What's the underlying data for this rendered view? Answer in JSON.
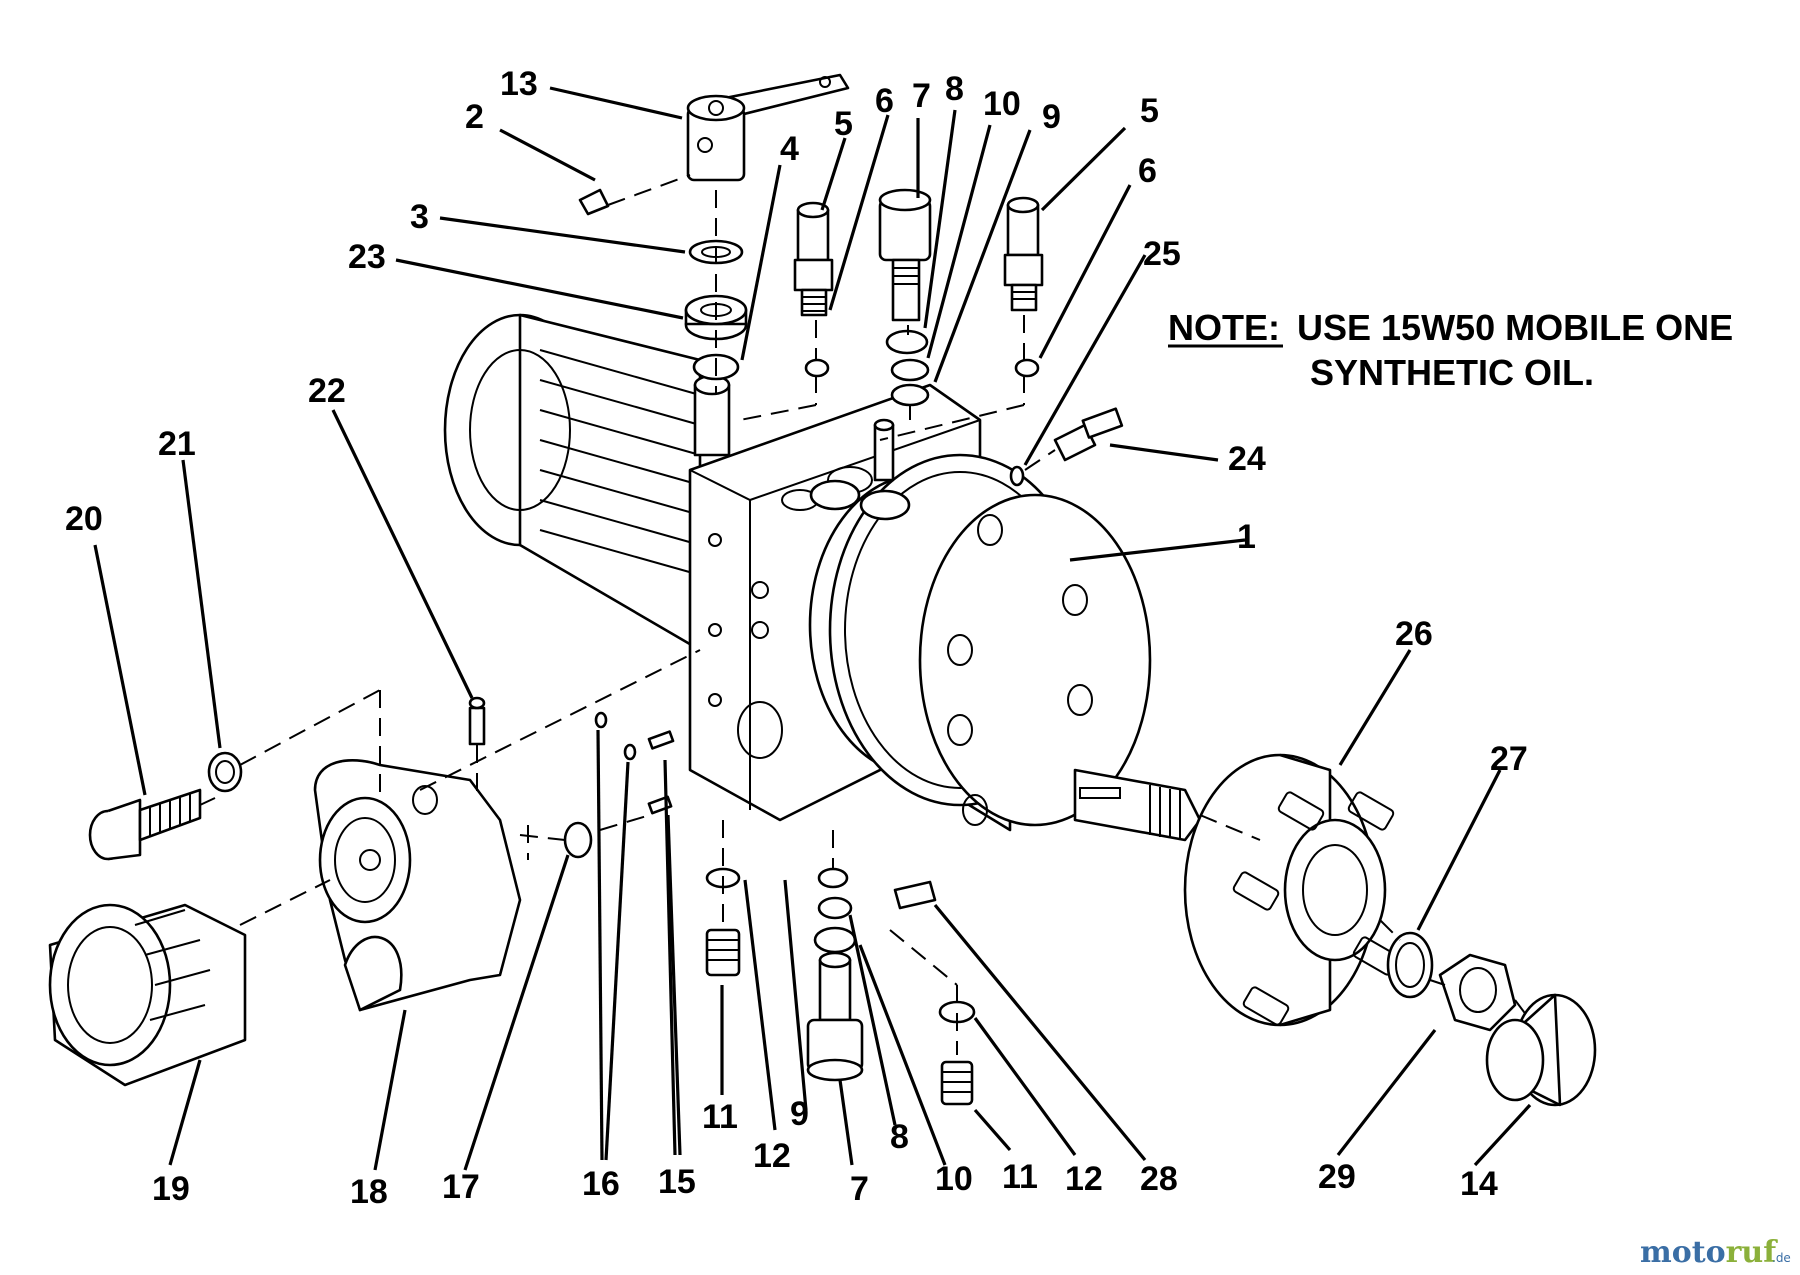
{
  "note": {
    "label": "NOTE:",
    "line1_rest": "USE 15W50 MOBILE ONE",
    "line2": "SYNTHETIC OIL."
  },
  "callouts": [
    "13",
    "2",
    "3",
    "23",
    "4",
    "5",
    "6",
    "7",
    "8",
    "10",
    "9",
    "5",
    "6",
    "25",
    "22",
    "21",
    "20",
    "24",
    "1",
    "26",
    "27",
    "19",
    "18",
    "17",
    "16",
    "15",
    "11",
    "12",
    "9",
    "7",
    "8",
    "10",
    "11",
    "12",
    "28",
    "29",
    "14"
  ],
  "watermark": {
    "brand_part1": "moto",
    "brand_part2": "ruf",
    "suffix": ".de",
    "color1": "#3a6ea5",
    "color2": "#8bb03a"
  }
}
